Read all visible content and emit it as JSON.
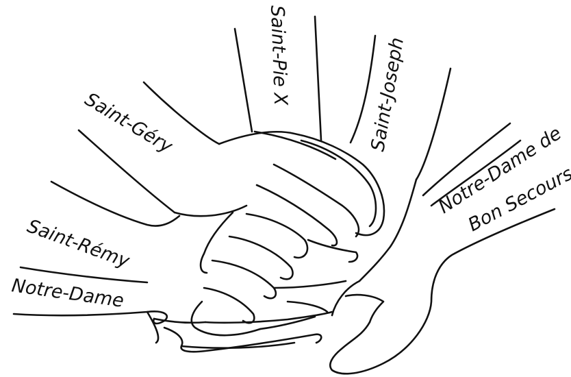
{
  "labels": {
    "saint_pie_x": "Saint-Pie X",
    "saint_joseph": "Saint-Joseph",
    "saint_gery": "Saint-Géry",
    "notre_dame_bon_secours_line1": "Notre-Dame de",
    "notre_dame_bon_secours_line2": "Bon Secours",
    "saint_remy": "Saint-Rémy",
    "notre_dame": "Notre-Dame"
  },
  "colors": {
    "stroke": "#111111",
    "background": "#ffffff"
  }
}
